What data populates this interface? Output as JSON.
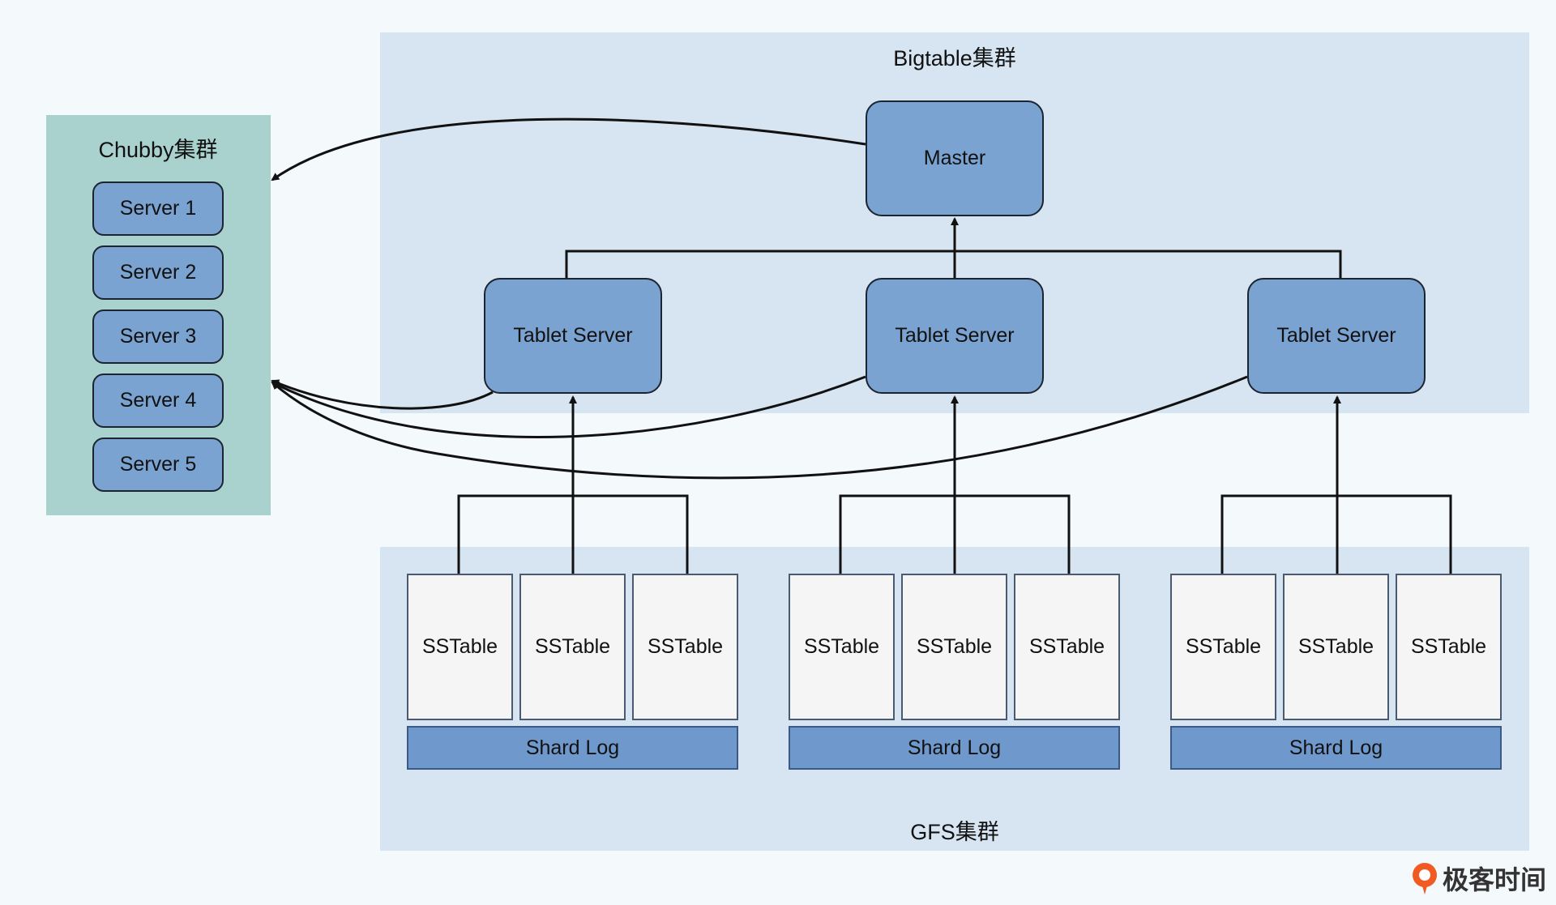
{
  "regions": {
    "bigtable_label": "Bigtable集群",
    "gfs_label": "GFS集群",
    "chubby_label": "Chubby集群"
  },
  "chubby": {
    "servers": [
      "Server 1",
      "Server 2",
      "Server 3",
      "Server 4",
      "Server 5"
    ]
  },
  "bigtable": {
    "master": "Master",
    "tablet_servers": [
      "Tablet Server",
      "Tablet Server",
      "Tablet Server"
    ]
  },
  "gfs": {
    "groups": [
      {
        "sstables": [
          "SSTable",
          "SSTable",
          "SSTable"
        ],
        "log": "Shard Log"
      },
      {
        "sstables": [
          "SSTable",
          "SSTable",
          "SSTable"
        ],
        "log": "Shard Log"
      },
      {
        "sstables": [
          "SSTable",
          "SSTable",
          "SSTable"
        ],
        "log": "Shard Log"
      }
    ]
  },
  "watermark": {
    "text": "极客时间",
    "color": "#f15a22"
  },
  "colors": {
    "node_fill": "#7aa3d2",
    "region_bigtable": "#d7e5f2",
    "region_chubby": "#a9d2ce"
  }
}
